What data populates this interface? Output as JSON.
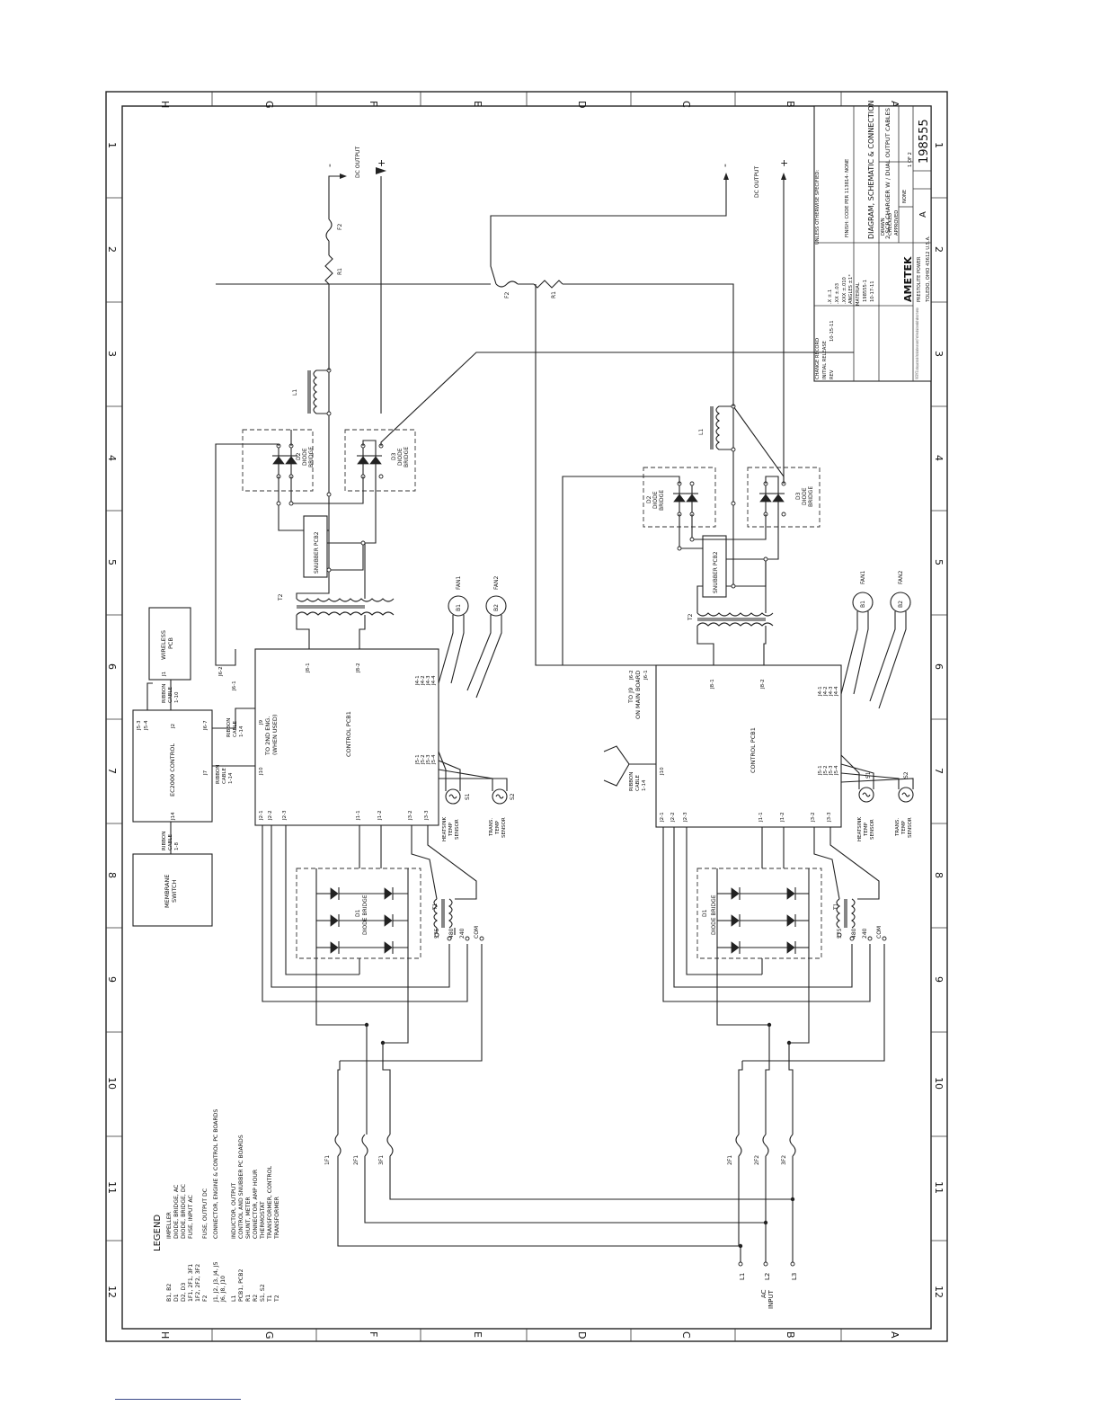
{
  "zone_letters": [
    "H",
    "G",
    "F",
    "E",
    "D",
    "C",
    "B",
    "A"
  ],
  "zone_numbers": [
    "1",
    "2",
    "3",
    "4",
    "5",
    "6",
    "7",
    "8",
    "9",
    "10",
    "11",
    "12"
  ],
  "dc_output": {
    "label": "DC OUTPUT",
    "minus": "-",
    "plus": "+"
  },
  "components": {
    "f2": "F2",
    "r1": "R1",
    "l1": "L1",
    "t2": "T2",
    "t1": "T1",
    "d1_name": "D1",
    "d1_desc": "DIODE BRIDGE",
    "d2_name": "D2",
    "d3_name": "D3",
    "diode_word": "DIODE",
    "bridge_word": "BRIDGE",
    "snubber": "SNUBBER PCB2",
    "control": "CONTROL PCB1",
    "b1": "B1",
    "b2": "B2",
    "fan1": "FAN1",
    "fan2": "FAN2",
    "s1": "S1",
    "s2": "S2",
    "heatsink_1": "HEATSINK",
    "heatsink_2": "TEMP",
    "heatsink_3": "SENSOR",
    "trans_1": "TRANS.",
    "trans_2": "TEMP",
    "trans_3": "SENSOR",
    "tap_575": "575",
    "tap_480": "480",
    "tap_240": "240",
    "tap_com": "COM",
    "fuse_1f1": "1F1",
    "fuse_2f1": "2F1",
    "fuse_3f1": "3F1",
    "fuse_2f2": "2F2",
    "fuse_3f2": "3F2"
  },
  "connectors": {
    "j8_1": "J8-1",
    "j8_2": "J8-2",
    "j6_1": "J6-1",
    "j6_2": "J6-2",
    "j4_1": "J4-1",
    "j4_2": "J4-2",
    "j4_3": "J4-3",
    "j4_4": "J4-4",
    "j5_1": "J5-1",
    "j5_2": "J5-2",
    "j5_3": "J5-3",
    "j5_4": "J5-4",
    "j2_1": "J2-1",
    "j2_2": "J2-2",
    "j2_3": "J2-3",
    "j1_1": "J1-1",
    "j1_2": "J1-2",
    "j3_2": "J3-2",
    "j3_3": "J3-3",
    "j9": "J9",
    "j10": "J10",
    "j7": "J7",
    "j2": "J2",
    "j14": "J14",
    "j1": "J1",
    "j5_3b": "J5-3",
    "j5_4b": "J5-4",
    "j6_7": "J6-7"
  },
  "modules": {
    "ec2000": "EC2000 CONTROL",
    "wireless_1": "WIRELESS",
    "wireless_2": "PCB",
    "membrane_1": "MEMBRANE",
    "membrane_2": "SWITCH",
    "ribbon_a_1": "RIBBON",
    "ribbon_a_2": "CABLE",
    "ribbon_a_3": "1-10",
    "ribbon_b_1": "RIBBON",
    "ribbon_b_2": "CABLE",
    "ribbon_b_3": "1-14",
    "ribbon_c_1": "RIBBON",
    "ribbon_c_2": "CABLE",
    "ribbon_c_3": "1-8",
    "ribbon_d_1": "RIBBON",
    "ribbon_d_2": "CABLE",
    "ribbon_d_3": "1-14",
    "ribbon_e_1": "RIBBON",
    "ribbon_e_2": "CABLE",
    "ribbon_e_3": "1-14",
    "to_2nd_1": "TO 2ND ENG.",
    "to_2nd_2": "(WHEN USED)",
    "to_j9_1": "TO J9",
    "to_j9_2": "ON MAIN BOARD"
  },
  "ac_input": {
    "l1": "L1",
    "l2": "L2",
    "l3": "L3",
    "label_1": "AC",
    "label_2": "INPUT"
  },
  "legend": {
    "title": "LEGEND",
    "rows": [
      {
        "ref": "B1, B2",
        "desc": "IMPELLER"
      },
      {
        "ref": "D1",
        "desc": "DIODE, BRIDGE, AC"
      },
      {
        "ref": "D2, D3",
        "desc": "DIODE, BRIDGE, DC"
      },
      {
        "ref": "1F1, 2F1, 3F1",
        "desc": "FUSE, INPUT AC"
      },
      {
        "ref": "1F2, 2F2, 3F2",
        "desc": ""
      },
      {
        "ref": "F2",
        "desc": "FUSE, OUTPUT DC"
      },
      {
        "ref": "J1, J2, J3, J4, J5",
        "desc": "CONNECTOR, ENGINE & CONTROL PC BOARDS"
      },
      {
        "ref": "J6, J8, J10",
        "desc": ""
      },
      {
        "ref": "L1",
        "desc": "INDUCTOR, OUTPUT"
      },
      {
        "ref": "PCB1, PCB2",
        "desc": "CONTROL AND SNUBBER PC BOARDS"
      },
      {
        "ref": "R1",
        "desc": "SHUNT, METER"
      },
      {
        "ref": "R2",
        "desc": "CONNECTOR, AMP HOUR"
      },
      {
        "ref": "S1, S2",
        "desc": "THERMOSTAT"
      },
      {
        "ref": "T1",
        "desc": "TRANSFORMER, CONTROL"
      },
      {
        "ref": "T2",
        "desc": "TRANSFORMER"
      }
    ]
  },
  "title_block": {
    "company": "AMETEK",
    "company_sub": "PRESTOLITE POWER",
    "title_1": "DIAGRAM, SCHEMATIC & CONNECTION",
    "title_2": "2 SCR CHARGER W / DUAL OUTPUT CABLES",
    "drawing_number": "198555",
    "size": "A",
    "sheet": "1 OF 2",
    "date": "10-17-11",
    "date_b": "10-15-11",
    "scale": "NONE",
    "finish": "FINISH: CODE PER 113814- NONE",
    "unless_noted": "UNLESS OTHERWISE SPECIFIED:",
    "material": "MATERIAL",
    "drawn": "DRAWN",
    "checked": "CHECKED",
    "approved": "APPROVED",
    "part_no": "198555-1",
    "tolerance_1": ".X ±.1",
    "tolerance_2": ".XX ±.03",
    "tolerance_3": ".XXX ±.010",
    "angles": "ANGLES ±1°",
    "revision": "REV",
    "change_record": "CHANGE RECORD",
    "initial_release": "INITIAL RELEASE",
    "location": "TOLEDO, OHIO  43612 U.S.A.",
    "proprietary": "PROPRIETARY NOTICE: this drawing, subject matter and information disclosed herein are the property of Prestolite Power and shall not be reproduced or used without written permission."
  }
}
